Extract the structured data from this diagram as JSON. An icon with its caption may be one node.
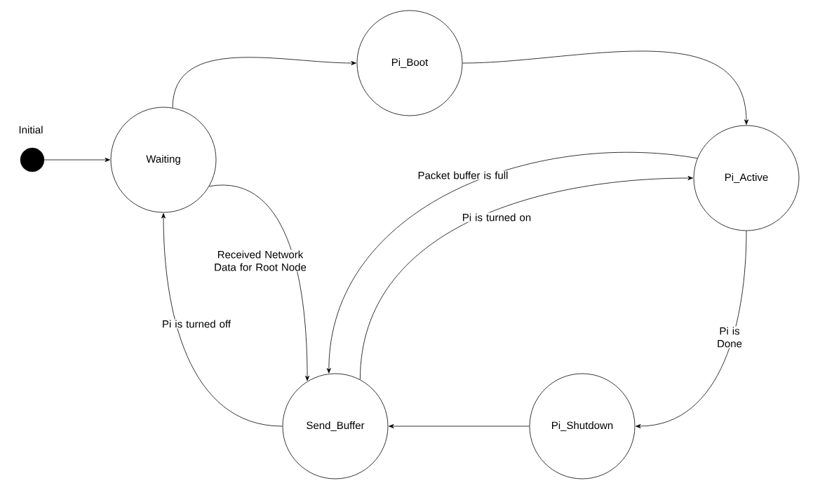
{
  "diagram": {
    "nodes": [
      {
        "text": [],
        "shape": "circle",
        "beside": [
          "Initial"
        ]
      },
      {
        "text": [
          "Waiting"
        ]
      },
      {
        "text": [
          "Pi_Boot"
        ]
      },
      {
        "text": [
          "Pi_Active"
        ]
      },
      {
        "text": [
          "Send_Buffer"
        ]
      },
      {
        "text": [
          "Pi_Shutdown"
        ]
      }
    ],
    "edges": [
      {
        "from": 0,
        "to": 1,
        "arrow": "to"
      },
      {
        "from": 1,
        "to": 2,
        "arrow": "to"
      },
      {
        "from": 2,
        "to": 3,
        "arrow": "to"
      },
      {
        "from": 3,
        "to": 4,
        "arrow": "to",
        "label": "Packet buffer is full"
      },
      {
        "from": 4,
        "to": 3,
        "arrow": "to",
        "label": "Pi is turned on"
      },
      {
        "from": 1,
        "to": 4,
        "arrow": "to",
        "label": "Received Network Data for Root Node"
      },
      {
        "from": 4,
        "to": 1,
        "arrow": "to",
        "label": "Pi is turned off"
      },
      {
        "from": 3,
        "to": 5,
        "arrow": "to",
        "label": "Pi is Done"
      },
      {
        "from": 5,
        "to": 4,
        "arrow": "to"
      }
    ]
  }
}
